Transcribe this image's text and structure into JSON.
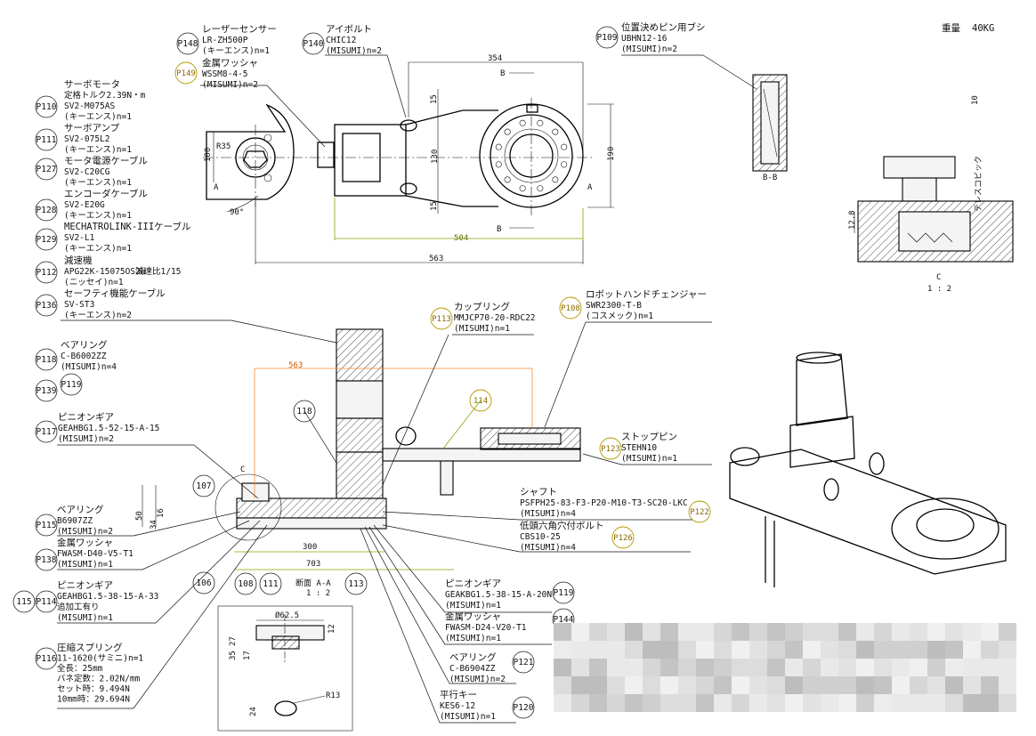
{
  "weight": {
    "label": "重量",
    "value": "40KG"
  },
  "balloons": {
    "p148": "P148",
    "p140": "P140",
    "p109": "P109",
    "p149": "P149",
    "p110": "P110",
    "p111": "P111",
    "p127": "P127",
    "p128": "P128",
    "p129": "P129",
    "p112": "P112",
    "p136": "P136",
    "p118": "P118",
    "p139": "P139",
    "p119a": "P119",
    "p117": "P117",
    "p113": "P113",
    "p108": "P108",
    "p123": "P123",
    "p122": "P122",
    "p126": "P126",
    "p115": "P115",
    "p138": "P138",
    "p115b": "115",
    "p114": "P114",
    "p116": "P116",
    "p119b": "P119",
    "p144": "P144",
    "p121": "P121",
    "p120": "P120",
    "n118": "118",
    "n114": "114",
    "n107": "107",
    "n106": "106",
    "n108": "108",
    "n111": "111",
    "n113": "113"
  },
  "notes": {
    "laser": [
      "レーザーセンサー",
      "LR-ZH500P",
      "(キーエンス)n=1"
    ],
    "eyebolt": [
      "アイボルト",
      "CHIC12",
      "(MISUMI)n=2"
    ],
    "pin": [
      "位置決めピン用ブシ",
      "UBHN12-16",
      "(MISUMI)n=2"
    ],
    "washer149": [
      "金属ワッシャ",
      "WSSM8-4-5",
      "(MISUMI)n=2"
    ],
    "servo": [
      "サーボモータ",
      "定格トルク2.39N・m",
      "SV2-M075AS",
      "(キーエンス)n=1"
    ],
    "amp": [
      "サーボアンプ",
      "SV2-075L2",
      "(キーエンス)n=1"
    ],
    "power": [
      "モータ電源ケーブル",
      "SV2-C20CG",
      "(キーエンス)n=1"
    ],
    "encoder": [
      "エンコーダケーブル",
      "SV2-E20G",
      "(キーエンス)n=1"
    ],
    "mechatrolink": [
      "MECHATROLINK-IIIケーブル",
      "SV2-L1",
      "(キーエンス)n=1"
    ],
    "reducer": [
      "減速機",
      "減速比1/15",
      "APG22K-15075OS2W",
      "(ニッセイ)n=1"
    ],
    "safety": [
      "セーフティ機能ケーブル",
      "SV-ST3",
      "(キーエンス)n=2"
    ],
    "bearing118": [
      "ベアリング",
      "C-B6002ZZ",
      "(MISUMI)n=4"
    ],
    "pinion117": [
      "ピニオンギア",
      "GEAHBG1.5-52-15-A-15",
      "(MISUMI)n=2"
    ],
    "coupling": [
      "カップリング",
      "MMJCP70-20-RDC22",
      "(MISUMI)n=1"
    ],
    "changer": [
      "ロボットハンドチェンジャー",
      "SWR2300-T-B",
      "(コスメック)n=1"
    ],
    "stoppin": [
      "ストップピン",
      "STEHN10",
      "(MISUMI)n=1"
    ],
    "shaft": [
      "シャフト",
      "PSFPH25-83-F3-P20-M10-T3-SC20-LKC",
      "(MISUMI)n=4"
    ],
    "bolt": [
      "低頭六角穴付ボルト",
      "CBS10-25",
      "(MISUMI)n=4"
    ],
    "bearing115": [
      "ベアリング",
      "B6907ZZ",
      "(MISUMI)n=2"
    ],
    "washer138": [
      "金属ワッシャ",
      "FWASM-D40-V5-T1",
      "(MISUMI)n=1"
    ],
    "pinion114": [
      "ピニオンギア",
      "GEAHBG1.5-38-15-A-33",
      "追加工有り",
      "(MISUMI)n=1"
    ],
    "spring": [
      "圧縮スプリング",
      "11-1620(サミニ)n=1",
      "全長：25mm",
      "バネ定数：2.02N/mm",
      "セット時：9.494N",
      "10mm時：29.694N"
    ],
    "pinion119": [
      "ピニオンギア",
      "GEAKBG1.5-38-15-A-20N",
      "(MISUMI)n=1"
    ],
    "washer144": [
      "金属ワッシャ",
      "FWASM-D24-V20-T1",
      "(MISUMI)n=1"
    ],
    "bearing121": [
      "ベアリング",
      "C-B6904ZZ",
      "(MISUMI)n=2"
    ],
    "key": [
      "平行キー",
      "KES6-12",
      "(MISUMI)n=1"
    ]
  },
  "dims": {
    "d354": "354",
    "d504": "504",
    "d563": "563",
    "d190": "190",
    "d130": "130",
    "d15a": "15",
    "d15b": "15",
    "d100": "100",
    "r35": "R35",
    "a90": "90°",
    "d563o": "563",
    "d300": "300",
    "d703": "703",
    "d50": "50",
    "d34": "34",
    "d16": "16",
    "d12_8": "12.8",
    "d10": "10",
    "phi62": "Ø62.5",
    "d27": "27",
    "d35": "35",
    "d17": "17",
    "d12": "12",
    "r13": "R13",
    "d24": "24"
  },
  "views": {
    "secA": "A",
    "secA2": "A",
    "secB": "B",
    "secB2": "B",
    "bb": "B-B",
    "c": "C",
    "cTitle": "C",
    "cScale": "1 : 2",
    "aaTitle": "断面 A-A",
    "aaScale": "1 : 2",
    "vert": "テレスコピック"
  },
  "colors": {
    "dim_orange": "#f08a30",
    "dim_green": "#8aa000",
    "balloon_yellow": "#b39a00"
  }
}
